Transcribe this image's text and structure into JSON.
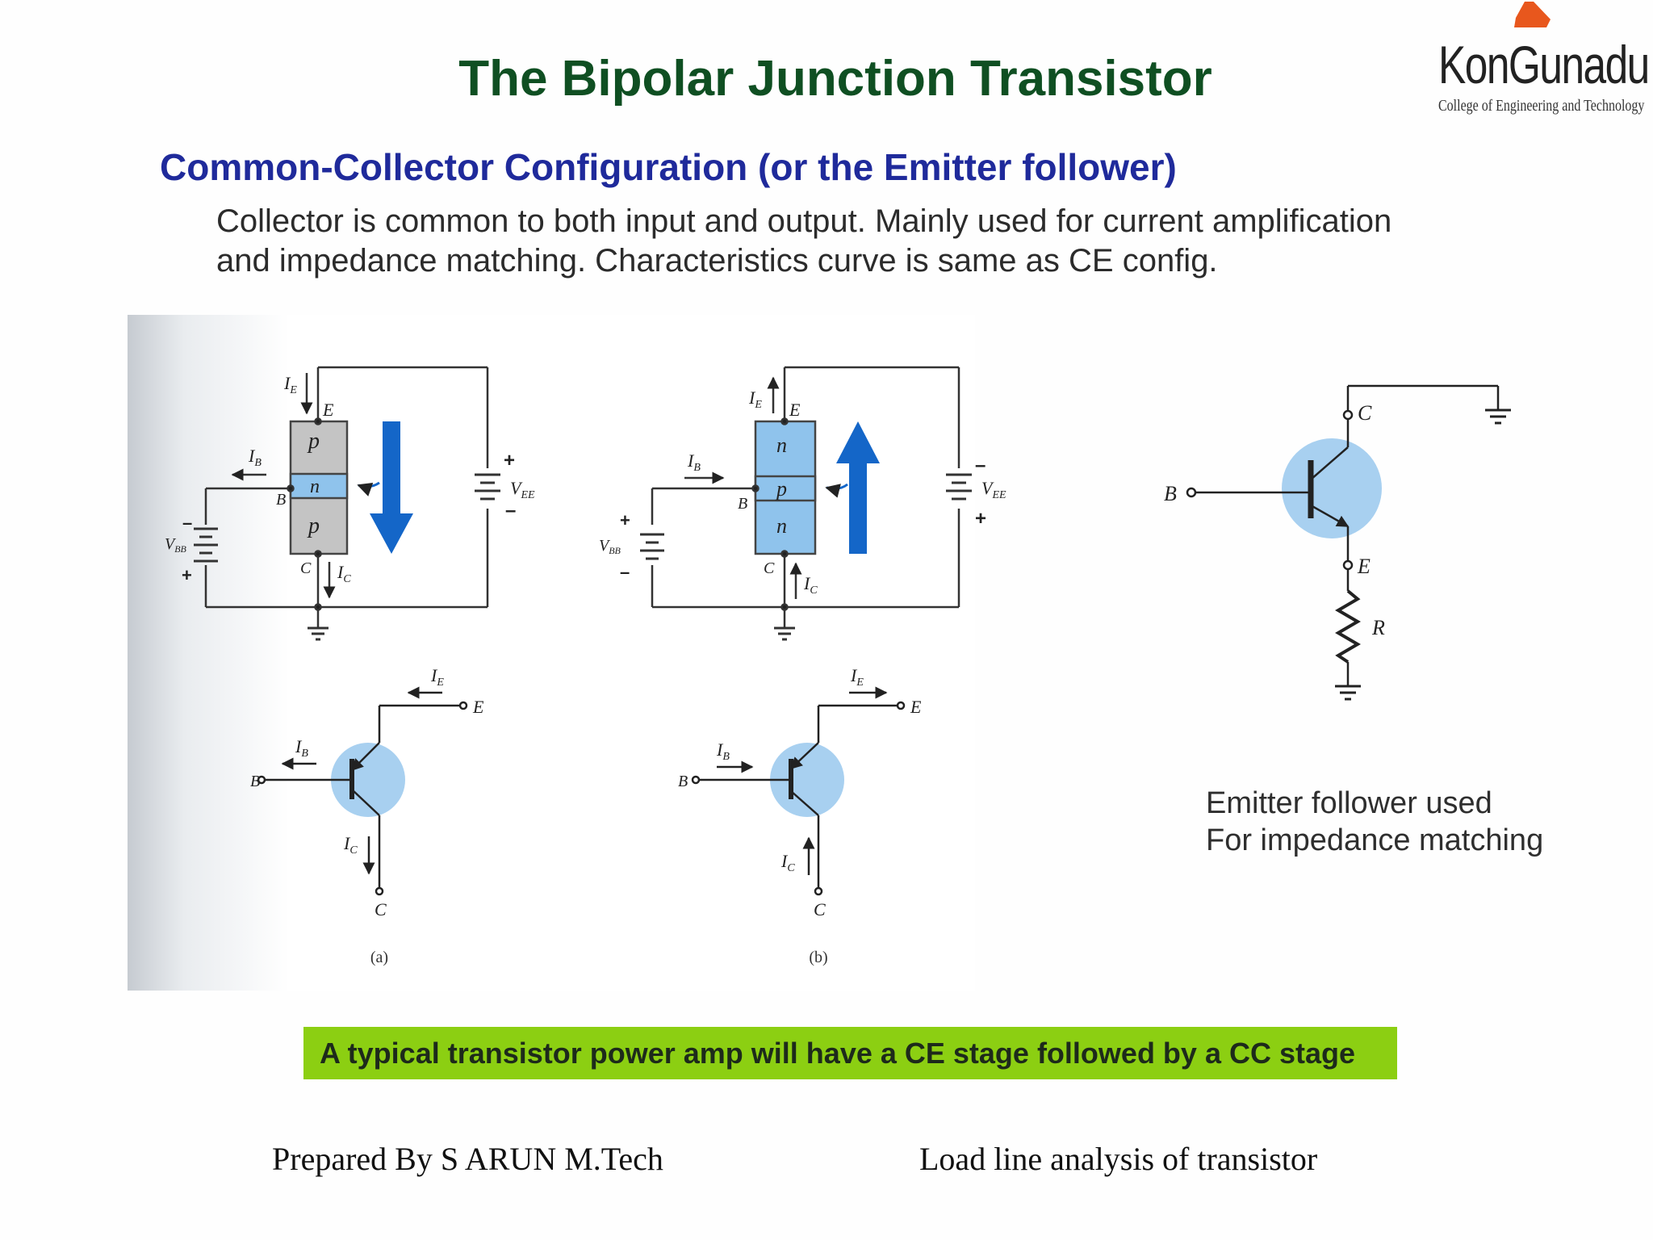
{
  "slide": {
    "title": "The Bipolar Junction Transistor",
    "subtitle": "Common-Collector Configuration (or the Emitter follower)",
    "description_lines": [
      "Collector is common to both input and output. Mainly used for current amplification",
      "and impedance matching. Characteristics curve is same as CE config."
    ],
    "logo": {
      "name": "KonGunadu",
      "tagline": "College of Engineering and Technology",
      "accent_color": "#e8571d"
    },
    "note_lines": [
      "Emitter follower used",
      "For impedance matching"
    ],
    "banner": {
      "text": "A typical transistor power amp will have a CE stage followed by a CC stage",
      "color": "#8ccf12"
    },
    "footer": {
      "left": "Prepared By S ARUN M.Tech",
      "right": "Load line analysis of transistor"
    }
  },
  "diagram_labels": {
    "pnp": {
      "emitter": "E",
      "base": "B",
      "collector": "C",
      "layers": [
        "p",
        "n",
        "p"
      ],
      "ie": "I",
      "ie_sub": "E",
      "ib": "I",
      "ib_sub": "B",
      "ic": "I",
      "ic_sub": "C",
      "vbb": "V",
      "vbb_sub": "BB",
      "vee": "V",
      "vee_sub": "EE",
      "plus": "+",
      "minus": "–",
      "caption": "(a)"
    },
    "npn": {
      "emitter": "E",
      "base": "B",
      "collector": "C",
      "layers": [
        "n",
        "p",
        "n"
      ],
      "ie": "I",
      "ie_sub": "E",
      "ib": "I",
      "ib_sub": "B",
      "ic": "I",
      "ic_sub": "C",
      "vbb": "V",
      "vbb_sub": "BB",
      "vee": "V",
      "vee_sub": "EE",
      "plus": "+",
      "minus": "–",
      "caption": "(b)"
    },
    "follower": {
      "collector": "C",
      "base": "B",
      "emitter": "E",
      "resistor": "R"
    }
  },
  "colors": {
    "title": "#0f4f22",
    "subtitle": "#1f2a9b",
    "transistor_circle": "#a8d0f0",
    "arrow_blue": "#1466c8",
    "layer_gray": "#c4c4c4",
    "layer_blue": "#8fc3ec"
  }
}
